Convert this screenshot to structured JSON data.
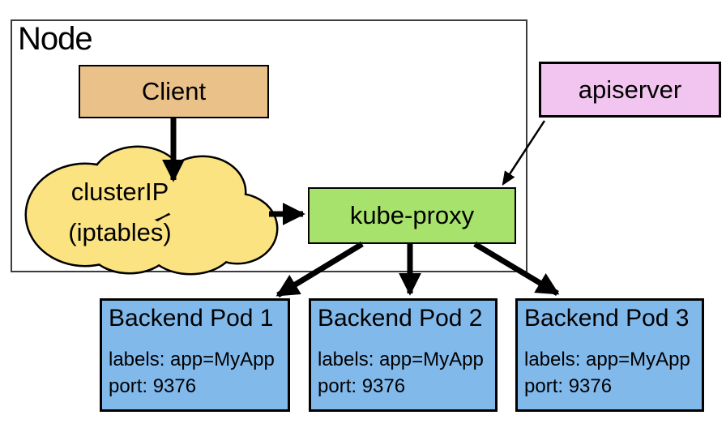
{
  "diagram": {
    "node": {
      "label": "Node"
    },
    "client": {
      "label": "Client"
    },
    "cluster_ip": {
      "line1": "clusterIP",
      "line2": "(iptables)"
    },
    "kube_proxy": {
      "label": "kube-proxy"
    },
    "apiserver": {
      "label": "apiserver"
    },
    "pods": [
      {
        "title": "Backend Pod 1",
        "labels": "labels: app=MyApp",
        "port": "port: 9376"
      },
      {
        "title": "Backend Pod 2",
        "labels": "labels: app=MyApp",
        "port": "port: 9376"
      },
      {
        "title": "Backend Pod 3",
        "labels": "labels: app=MyApp",
        "port": "port: 9376"
      }
    ],
    "colors": {
      "client": "#EAC289",
      "cluster_ip": "#FBE382",
      "kube_proxy": "#A7E26C",
      "apiserver": "#F2C5F0",
      "pod": "#82B9EB",
      "outline": "#000000"
    }
  }
}
